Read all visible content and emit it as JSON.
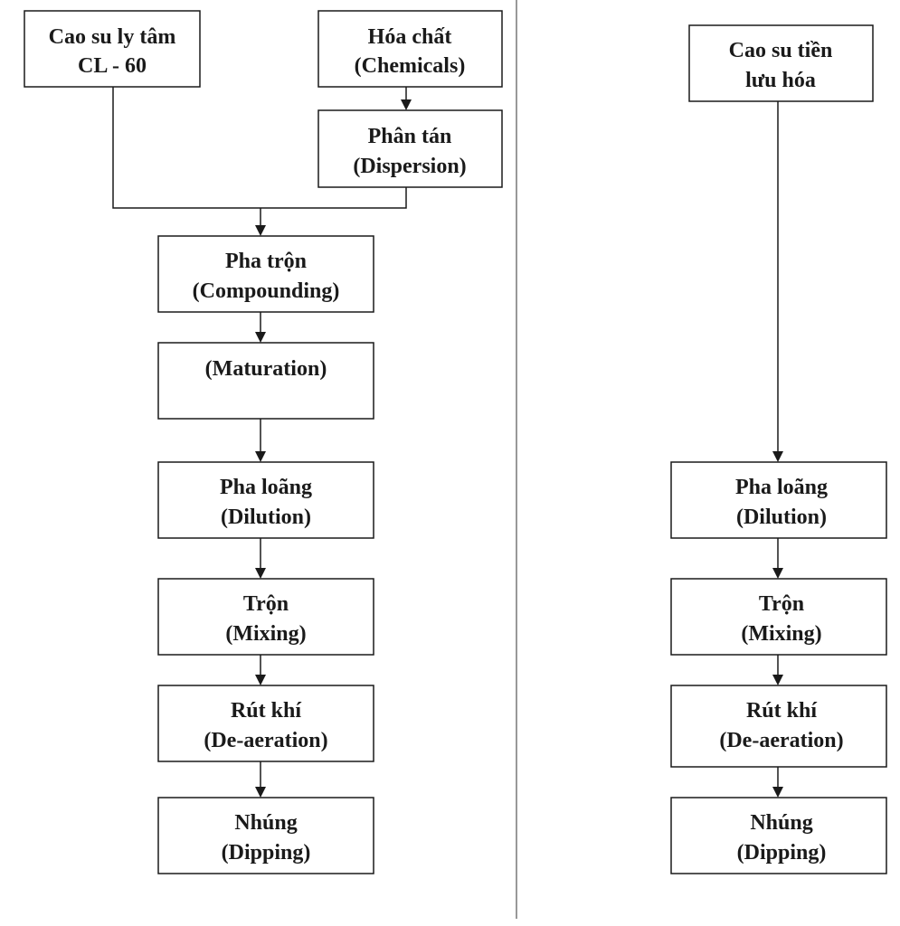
{
  "left_flow": {
    "latex_source": {
      "line1": "Cao su ly tâm",
      "line2": "CL - 60"
    },
    "chemicals": {
      "line1": "Hóa chất",
      "line2": "(Chemicals)"
    },
    "dispersion": {
      "line1": "Phân tán",
      "line2": "(Dispersion)"
    },
    "compounding": {
      "line1": "Pha trộn",
      "line2": "(Compounding)"
    },
    "maturation": {
      "line1": "(Maturation)"
    },
    "dilution": {
      "line1": "Pha loãng",
      "line2": "(Dilution)"
    },
    "mixing": {
      "line1": "Trộn",
      "line2": "(Mixing)"
    },
    "deaeration": {
      "line1": "Rút khí",
      "line2": "(De-aeration)"
    },
    "dipping": {
      "line1": "Nhúng",
      "line2": "(Dipping)"
    }
  },
  "right_flow": {
    "prevulcanized": {
      "line1": "Cao su tiền",
      "line2": "lưu hóa"
    },
    "dilution": {
      "line1": "Pha loãng",
      "line2": "(Dilution)"
    },
    "mixing": {
      "line1": "Trộn",
      "line2": "(Mixing)"
    },
    "deaeration": {
      "line1": "Rút khí",
      "line2": "(De-aeration)"
    },
    "dipping": {
      "line1": "Nhúng",
      "line2": "(Dipping)"
    }
  }
}
